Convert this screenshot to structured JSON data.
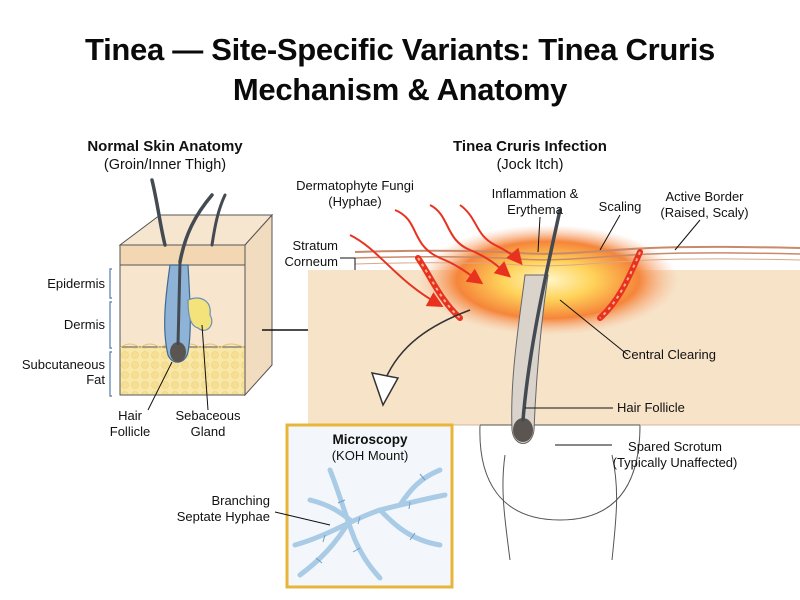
{
  "title": {
    "line1": "Tinea — Site-Specific Variants: Tinea Cruris",
    "line2": "Mechanism & Anatomy"
  },
  "left_panel": {
    "heading": "Normal Skin Anatomy",
    "subheading": "(Groin/Inner Thigh)",
    "labels": {
      "epidermis": "Epidermis",
      "dermis": "Dermis",
      "subcutaneous_fat_1": "Subcutaneous",
      "subcutaneous_fat_2": "Fat",
      "hair_follicle_1": "Hair",
      "hair_follicle_2": "Follicle",
      "sebaceous_gland_1": "Sebaceous",
      "sebaceous_gland_2": "Gland"
    }
  },
  "right_panel": {
    "heading": "Tinea Cruris Infection",
    "subheading": "(Jock Itch)",
    "labels": {
      "fungi_1": "Dermatophyte Fungi",
      "fungi_2": "(Hyphae)",
      "inflammation_1": "Inflammation &",
      "inflammation_2": "Erythema",
      "scaling": "Scaling",
      "active_border_1": "Active Border",
      "active_border_2": "(Raised, Scaly)",
      "stratum_1": "Stratum",
      "stratum_2": "Corneum",
      "central_clearing": "Central Clearing",
      "hair_follicle": "Hair Follicle",
      "spared_scrotum_1": "Spared Scrotum",
      "spared_scrotum_2": "(Typically Unaffected)"
    }
  },
  "microscopy": {
    "heading": "Microscopy",
    "subheading": "(KOH Mount)",
    "label_1": "Branching",
    "label_2": "Septate Hyphae"
  },
  "colors": {
    "skin": "#f7e3c8",
    "fat": "#f8e7a6",
    "inflammation": "#ee3a24",
    "hair": "#444a52",
    "hyphae": "#a9cbe6",
    "micro_border": "#e9b43a"
  }
}
